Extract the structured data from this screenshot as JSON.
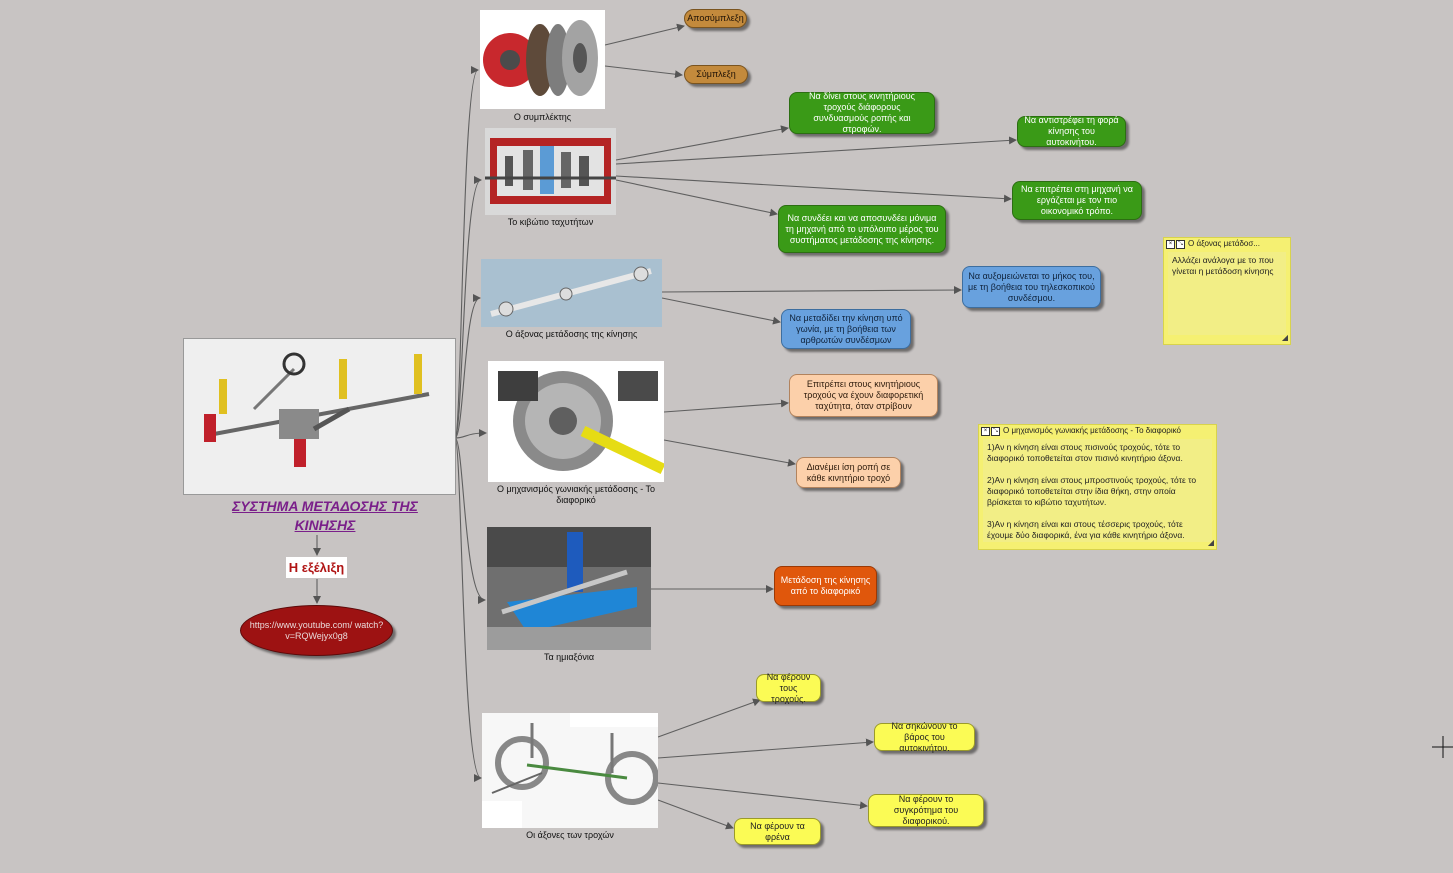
{
  "center": {
    "title": "ΣΥΣΤΗΜΑ ΜΕΤΑΔΟΣΗΣ ΤΗΣ ΚΙΝΗΣΗΣ",
    "evolution": "Η εξέλιξη",
    "video_link": "https://www.youtube.com/ watch?v=RQWejyx0g8"
  },
  "topics": [
    {
      "caption": "Ο συμπλέκτης"
    },
    {
      "caption": "Το κιβώτιο ταχυτήτων"
    },
    {
      "caption": "Ο άξονας μετάδοσης της κίνησης"
    },
    {
      "caption": "Ο μηχανισμός γωνιακής μετάδοσης - Το διαφορικό"
    },
    {
      "caption": "Τα ημιαξόνια"
    },
    {
      "caption": "Οι άξονες των τροχών"
    }
  ],
  "leaves": {
    "clutch": [
      "Αποσύμπλεξη",
      "Σύμπλεξη"
    ],
    "gearbox": [
      "Να δίνει στους κινητήριους τροχούς διάφορους συνδυασμούς ροπής και στροφών.",
      "Να αντιστρέφει τη φορά κίνησης του αυτοκινήτου.",
      "Να επιτρέπει στη μηχανή να εργάζεται με τον πιο οικονομικό τρόπο.",
      "Να συνδέει και να αποσυνδέει μόνιμα τη μηχανή από το υπόλοιπο μέρος του συστήματος μετάδοσης της κίνησης."
    ],
    "shaft": [
      "Να αυξομειώνεται το μήκος του, με τη βοήθεια του τηλεσκοπικού συνδέσμου.",
      "Να μεταδίδει την κίνηση υπό γωνία, με τη βοήθεια των αρθρωτών συνδέσμων"
    ],
    "differential": [
      "Επιτρέπει στους κινητήριους τροχούς να έχουν διαφορετική ταχύτητα, όταν στρίβουν",
      "Διανέμει ίση ροπή σε κάθε κινητήριο τροχό"
    ],
    "halfshafts": [
      "Μετάδοση της κίνησης από το διαφορικό"
    ],
    "axles": [
      "Να φέρουν τους τροχούς.",
      "Να σηκώνουν το βάρος του αυτοκινήτου.",
      "Να φέρουν το συγκρότημα του διαφορικού.",
      "Να φέρουν τα φρένα"
    ]
  },
  "notes": [
    {
      "title": "Ο άξονας μετάδοσ...",
      "body": "Αλλάζει ανάλογα με το που γίνεται η μετάδοση κίνησης"
    },
    {
      "title": "Ο μηχανισμός γωνιακής μετάδοσης - Το διαφορικό",
      "body": "1)Αν η κίνηση είναι στους πισινούς τροχούς, τότε το διαφορικό τοποθετείται στον πισινό κινητήριο άξονα.\n\n2)Αν η κίνηση είναι στους μπροστινούς τροχούς, τότε το διαφορικό τοποθετείται στην ίδια θήκη, στην οποία βρίσκεται το κιβώτιο ταχυτήτων.\n\n3)Αν η κίνηση είναι και στους τέσσερις τροχούς, τότε έχουμε δύο διαφορικά, ένα για κάθε κινητήριο άξονα."
    }
  ],
  "colors": {
    "background": "#c8c4c3",
    "green": "#3a9a17",
    "blue": "#68a1de",
    "peach": "#fcd0aa",
    "orange": "#e0570c",
    "yellow": "#fbfb55",
    "brown": "#c38a3c",
    "note": "#f5f072",
    "title": "#7a1f8a",
    "oval": "#9d1212"
  }
}
